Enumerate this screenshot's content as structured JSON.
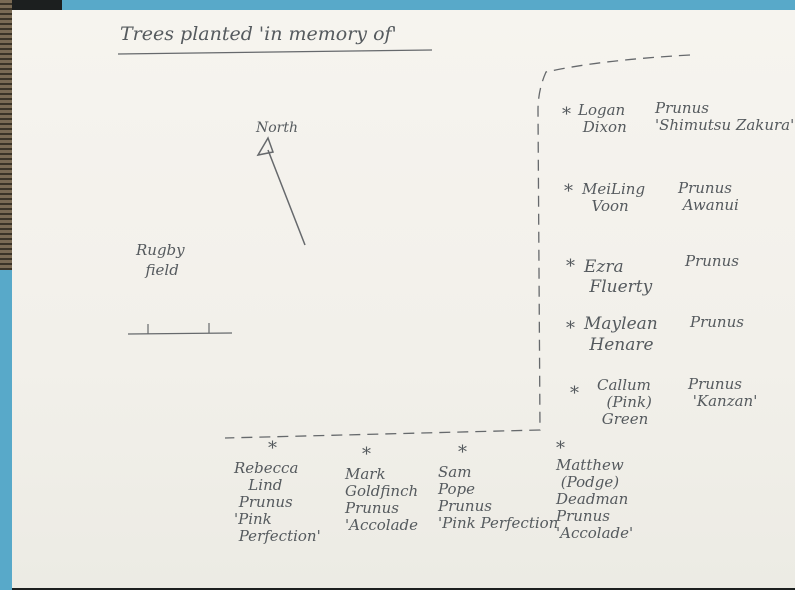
{
  "title": "Trees planted 'in memory of'",
  "compass_label": "North",
  "field_label": "Rugby\n  field",
  "marker": "*",
  "right_list": [
    {
      "name": "Logan\n Dixon",
      "tree": "Prunus\n'Shimutsu Zakura'"
    },
    {
      "name": "MeiLing\n  Voon",
      "tree": "Prunus\n Awanui"
    },
    {
      "name": "Ezra\n Fluerty",
      "tree": "Prunus"
    },
    {
      "name": "Maylean\n Henare",
      "tree": "Prunus"
    },
    {
      "name": "Callum\n  (Pink)\n Green",
      "tree": "Prunus\n 'Kanzan'"
    }
  ],
  "bottom_list": [
    {
      "text": "Rebecca\n   Lind\n Prunus\n'Pink\n Perfection'"
    },
    {
      "text": "Mark\nGoldfinch\nPrunus\n'Accolade"
    },
    {
      "text": "Sam\nPope\nPrunus\n'Pink Perfection"
    },
    {
      "text": "Matthew\n (Podge)\nDeadman\nPrunus\n'Accolade'"
    }
  ]
}
